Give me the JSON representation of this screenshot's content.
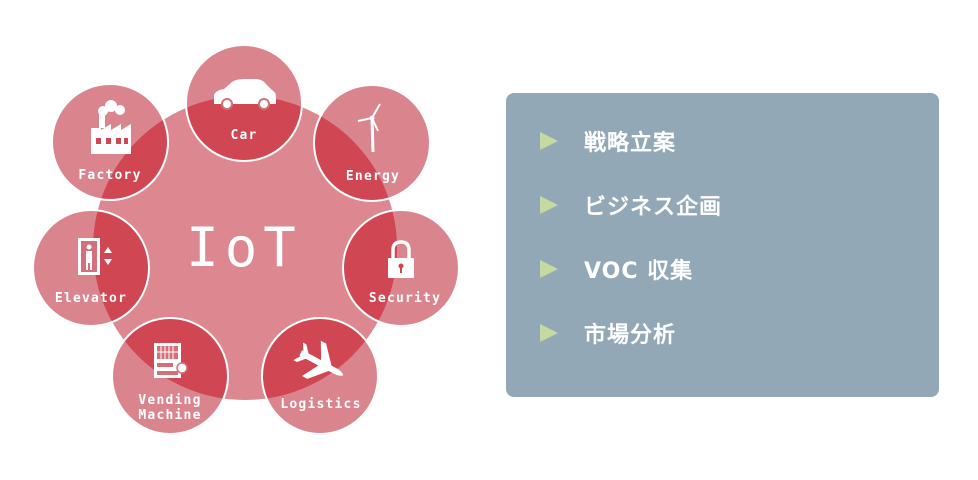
{
  "hub": {
    "label": "IoT"
  },
  "nodes": [
    {
      "label": "Car",
      "icon": "car-icon"
    },
    {
      "label": "Energy",
      "icon": "wind-turbine-icon"
    },
    {
      "label": "Security",
      "icon": "lock-icon"
    },
    {
      "label": "Logistics",
      "icon": "airplane-icon"
    },
    {
      "label": "Vending",
      "label2": "Machine",
      "icon": "vending-machine-icon"
    },
    {
      "label": "Elevator",
      "icon": "elevator-icon"
    },
    {
      "label": "Factory",
      "icon": "factory-icon"
    }
  ],
  "panel": {
    "items": [
      {
        "label": "戦略立案"
      },
      {
        "label": "ビジネス企画"
      },
      {
        "label": "VOC 収集"
      },
      {
        "label": "市場分析"
      }
    ]
  },
  "colors": {
    "hub": "#dd8890",
    "node": "#d4707a",
    "overlap": "#d04653",
    "panel": "#93a8b6",
    "bullet": "#c6d9a3"
  }
}
